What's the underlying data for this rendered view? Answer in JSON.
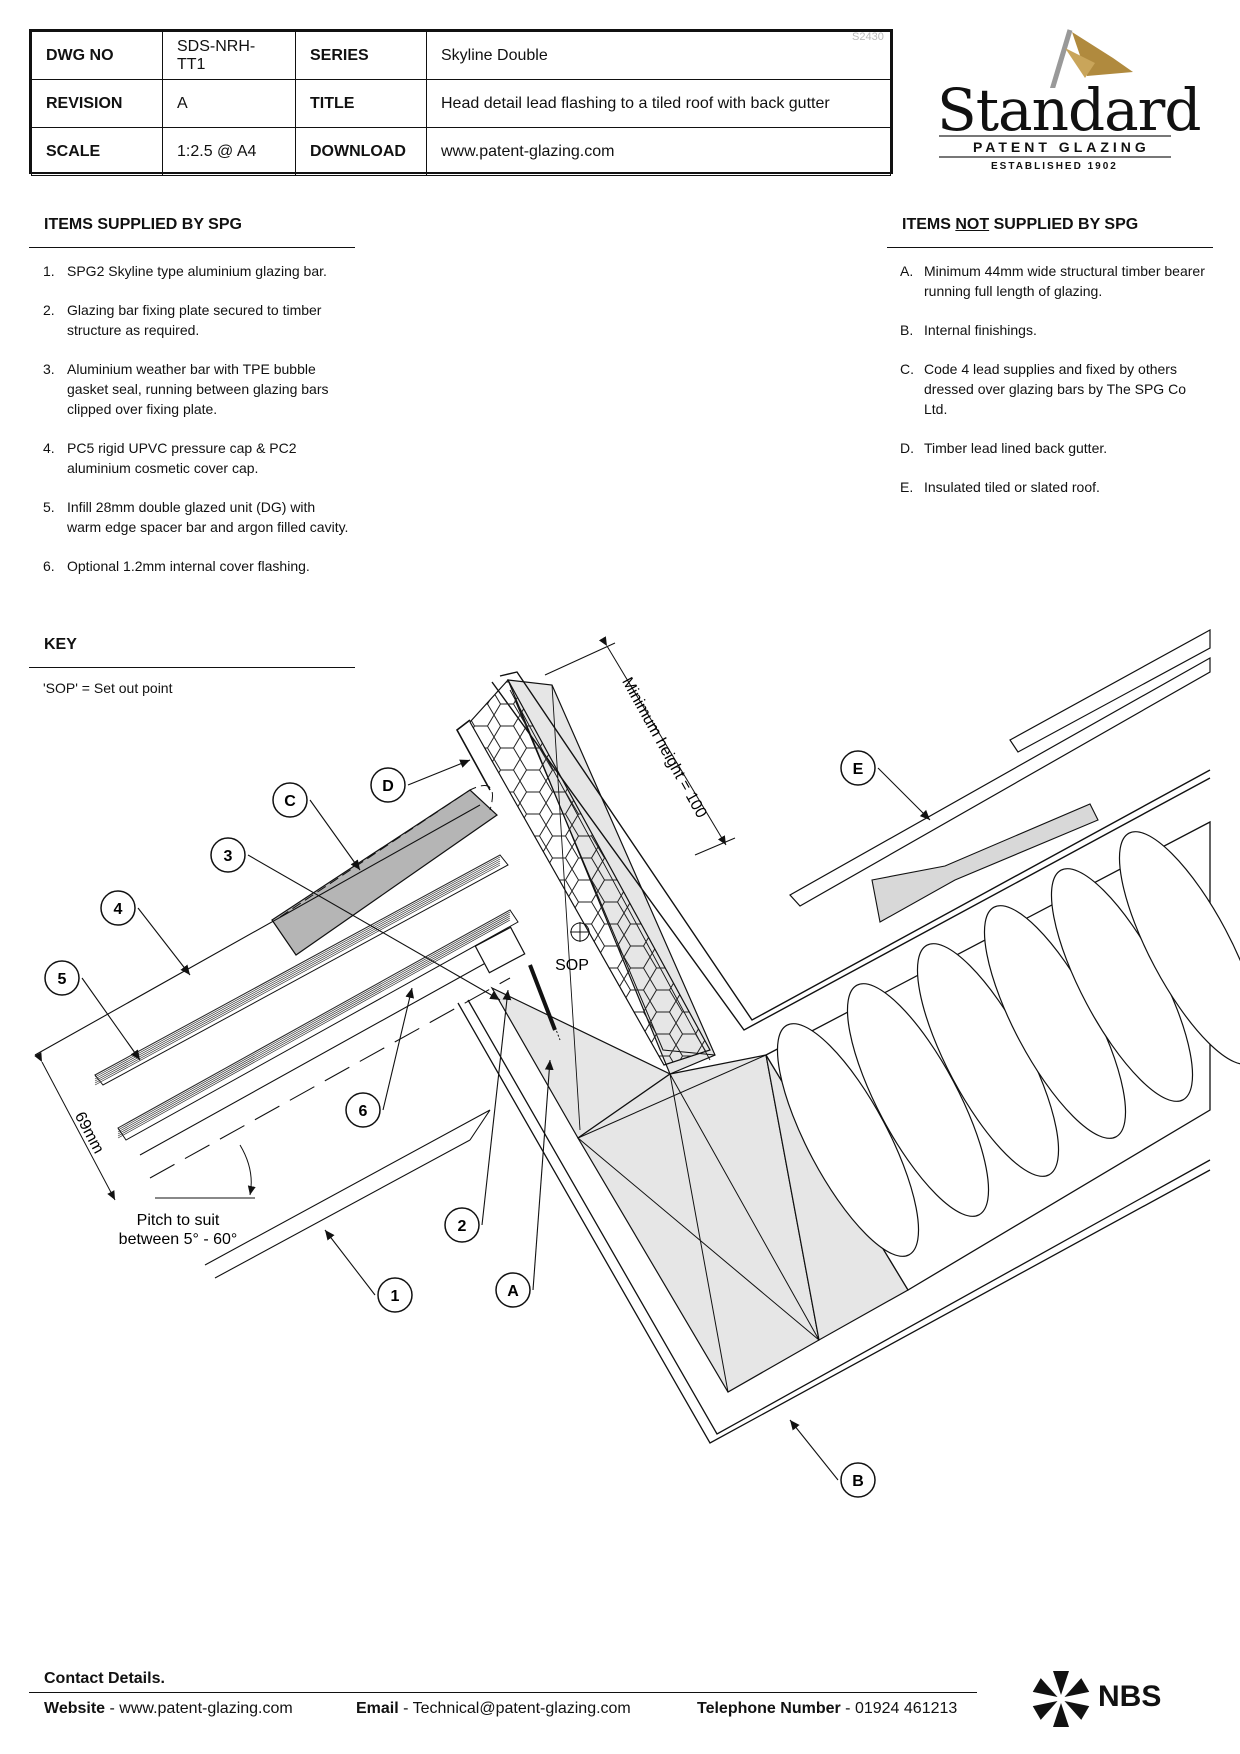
{
  "title_block": {
    "rows": [
      {
        "k1": "DWG NO",
        "v1": "SDS-NRH-TT1",
        "k2": "SERIES",
        "v2": "Skyline Double"
      },
      {
        "k1": "REVISION",
        "v1": "A",
        "k2": "TITLE",
        "v2": "Head detail lead flashing to a tiled roof with back gutter"
      },
      {
        "k1": "SCALE",
        "v1": "1:2.5 @ A4",
        "k2": "DOWNLOAD",
        "v2": "www.patent-glazing.com"
      }
    ],
    "stamp": "S2430"
  },
  "logo": {
    "word": "Standard",
    "sub": "PATENT GLAZING",
    "est": "ESTABLISHED 1902",
    "flag_color": "#b08a3e"
  },
  "supplied": {
    "heading": "ITEMS SUPPLIED BY SPG",
    "items": [
      {
        "n": "1.",
        "text": "SPG2 Skyline type aluminium glazing bar."
      },
      {
        "n": "2.",
        "text": "Glazing bar fixing plate secured to timber structure as required."
      },
      {
        "n": "3.",
        "text": "Aluminium weather bar with TPE bubble gasket seal, running between glazing bars clipped over fixing plate."
      },
      {
        "n": "4.",
        "text": "PC5 rigid UPVC pressure cap & PC2 aluminium cosmetic cover cap."
      },
      {
        "n": "5.",
        "text": "Infill 28mm double glazed unit (DG) with warm edge spacer bar and argon filled cavity."
      },
      {
        "n": "6.",
        "text": "Optional 1.2mm internal cover flashing."
      }
    ]
  },
  "not_supplied": {
    "heading_pre": "ITEMS ",
    "heading_not": "NOT",
    "heading_post": " SUPPLIED BY SPG",
    "items": [
      {
        "n": "A.",
        "text": "Minimum 44mm wide structural timber bearer running full length of glazing."
      },
      {
        "n": "B.",
        "text": "Internal finishings."
      },
      {
        "n": "C.",
        "text": "Code 4 lead supplies and fixed by others dressed over glazing bars by The SPG Co Ltd."
      },
      {
        "n": "D.",
        "text": "Timber lead lined back gutter."
      },
      {
        "n": "E.",
        "text": "Insulated tiled or slated roof."
      }
    ]
  },
  "key": {
    "heading": "KEY",
    "text": "'SOP' = Set out point"
  },
  "drawing": {
    "min_height_label": "Minimum height = 100",
    "sop_label": "SOP",
    "dim_label": "69mm",
    "pitch_line1": "Pitch to suit",
    "pitch_line2": "between 5° - 60°",
    "callouts": [
      "1",
      "2",
      "3",
      "4",
      "5",
      "6",
      "A",
      "B",
      "C",
      "D",
      "E"
    ]
  },
  "footer": {
    "heading": "Contact Details.",
    "website_label": "Website",
    "website": "www.patent-glazing.com",
    "email_label": "Email",
    "email": "Technical@patent-glazing.com",
    "phone_label": "Telephone Number",
    "phone": "01924 461213",
    "sep": "-",
    "nbs": "NBS"
  }
}
